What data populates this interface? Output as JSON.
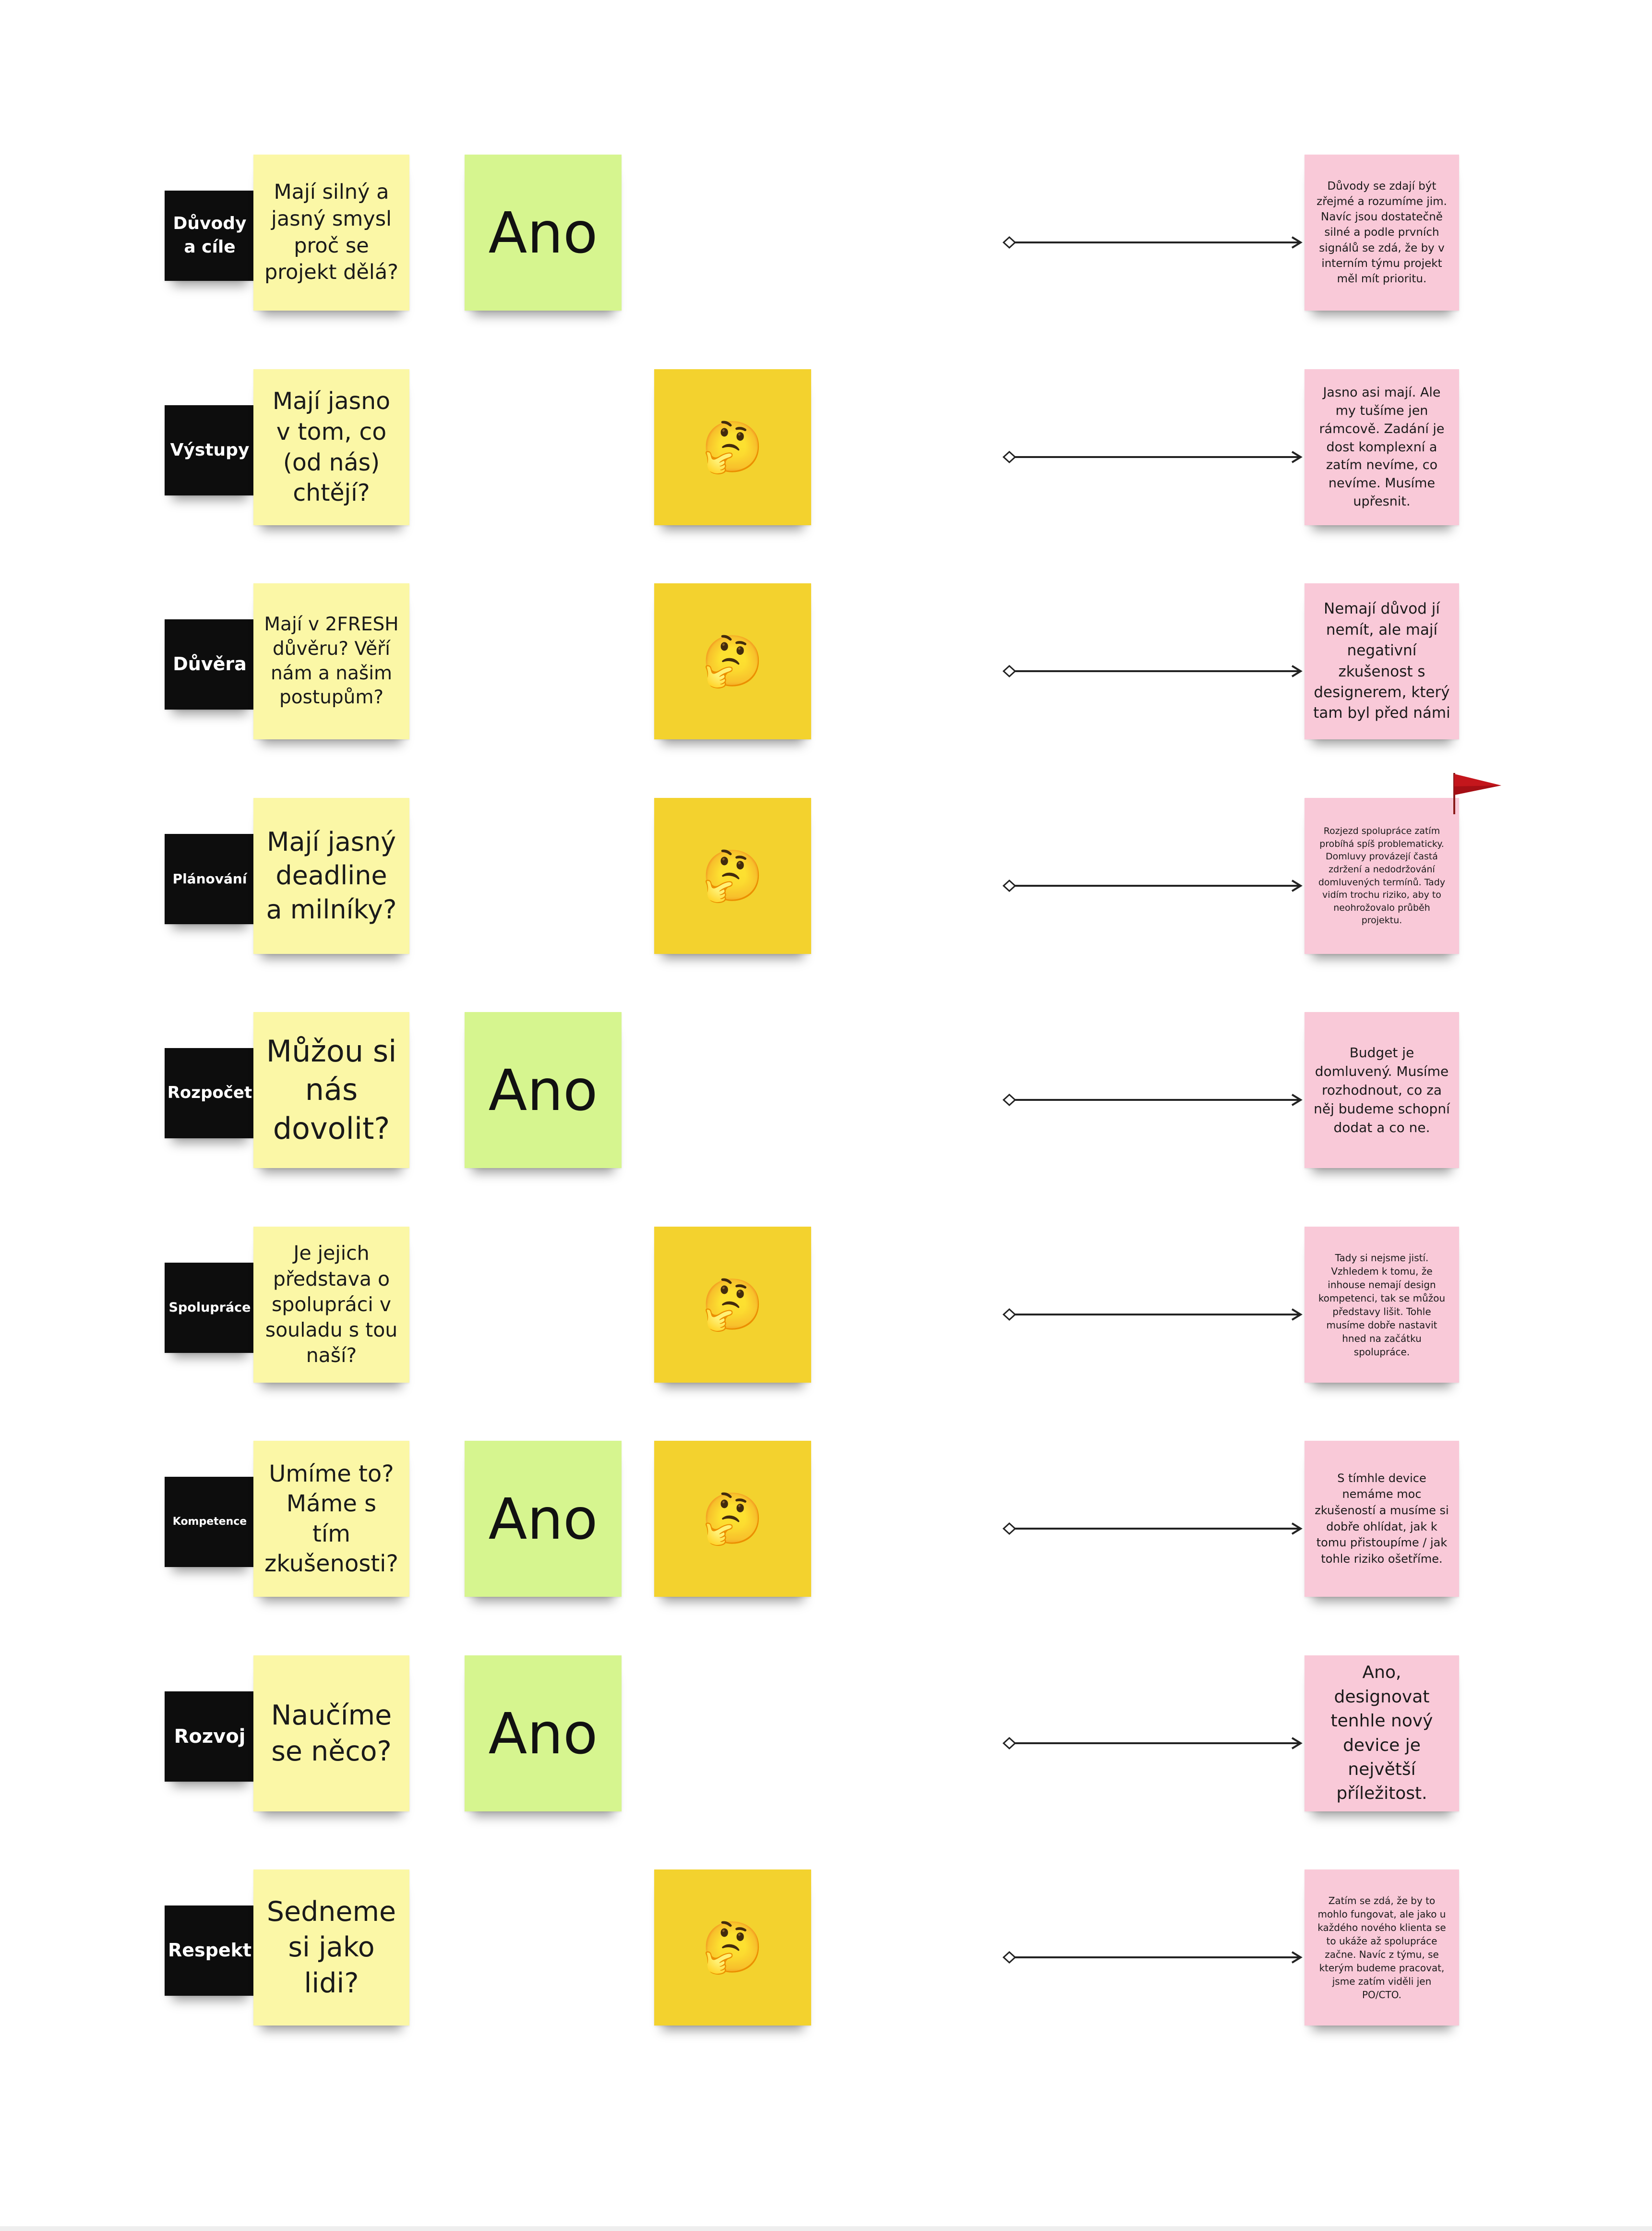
{
  "rows": [
    {
      "label": "Důvody a cíle",
      "question": "Mají silný a jasný smysl proč se projekt dělá?",
      "ano": "Ano",
      "think": "",
      "comment": "Důvody se zdají být zřejmé a rozumíme jim. Navíc jsou dostatečně silné a podle prvních signálů se zdá, že by v interním týmu projekt měl mít prioritu."
    },
    {
      "label": "Výstupy",
      "question": "Mají jasno v tom, co (od nás) chtějí?",
      "ano": "",
      "think": "🤔",
      "comment": "Jasno asi mají. Ale my tušíme jen rámcově. Zadání je dost komplexní a zatím nevíme, co nevíme. Musíme upřesnit."
    },
    {
      "label": "Důvěra",
      "question": "Mají v 2FRESH důvěru? Věří nám a našim postupům?",
      "ano": "",
      "think": "🤔",
      "comment": "Nemají důvod jí nemít, ale mají negativní zkušenost s designerem, který tam byl před námi"
    },
    {
      "label": "Plánování",
      "question": "Mají jasný deadline a milníky?",
      "ano": "",
      "think": "🤔",
      "comment": "Rozjezd spolupráce zatím probíhá spíš problematicky. Domluvy provázejí častá zdržení a nedodržování domluvených termínů. Tady vidím trochu riziko, aby to neohrožovalo průběh projektu."
    },
    {
      "label": "Rozpočet",
      "question": "Můžou si nás dovolit?",
      "ano": "Ano",
      "think": "",
      "comment": "Budget je domluvený. Musíme rozhodnout, co za něj budeme schopní dodat a co ne."
    },
    {
      "label": "Spolupráce",
      "question": "Je jejich představa o spolupráci v souladu s tou naší?",
      "ano": "",
      "think": "🤔",
      "comment": "Tady si nejsme jistí. Vzhledem k tomu, že inhouse nemají design kompetenci, tak se můžou představy lišit. Tohle musíme dobře nastavit hned na začátku spolupráce."
    },
    {
      "label": "Kompetence",
      "question": "Umíme to? Máme s tím zkušenosti?",
      "ano": "Ano",
      "think": "🤔",
      "comment": "S tímhle device nemáme moc zkušeností a musíme si dobře ohlídat, jak k tomu přistoupíme / jak tohle riziko ošetříme."
    },
    {
      "label": "Rozvoj",
      "question": "Naučíme se něco?",
      "ano": "Ano",
      "think": "",
      "comment": "Ano, designovat tenhle nový device je největší příležitost."
    },
    {
      "label": "Respekt",
      "question": "Sedneme si jako lidi?",
      "ano": "",
      "think": "🤔",
      "comment": "Zatím se zdá, že by to mohlo fungovat, ale jako u každého nového klienta se to ukáže až spolupráce začne. Navíc z týmu, se kterým budeme pracovat, jsme zatím viděli jen PO/CTO."
    }
  ],
  "colors": {
    "label": "#0d0d0d",
    "question": "#fbf7a6",
    "ano": "#d6f58f",
    "think": "#f3d22e",
    "comment": "#f9c9d8",
    "flag": "#c4161c"
  },
  "icons": {
    "think": "thinking-face-icon",
    "flag": "red-flag-icon",
    "connector": "arrow-connector-icon"
  }
}
